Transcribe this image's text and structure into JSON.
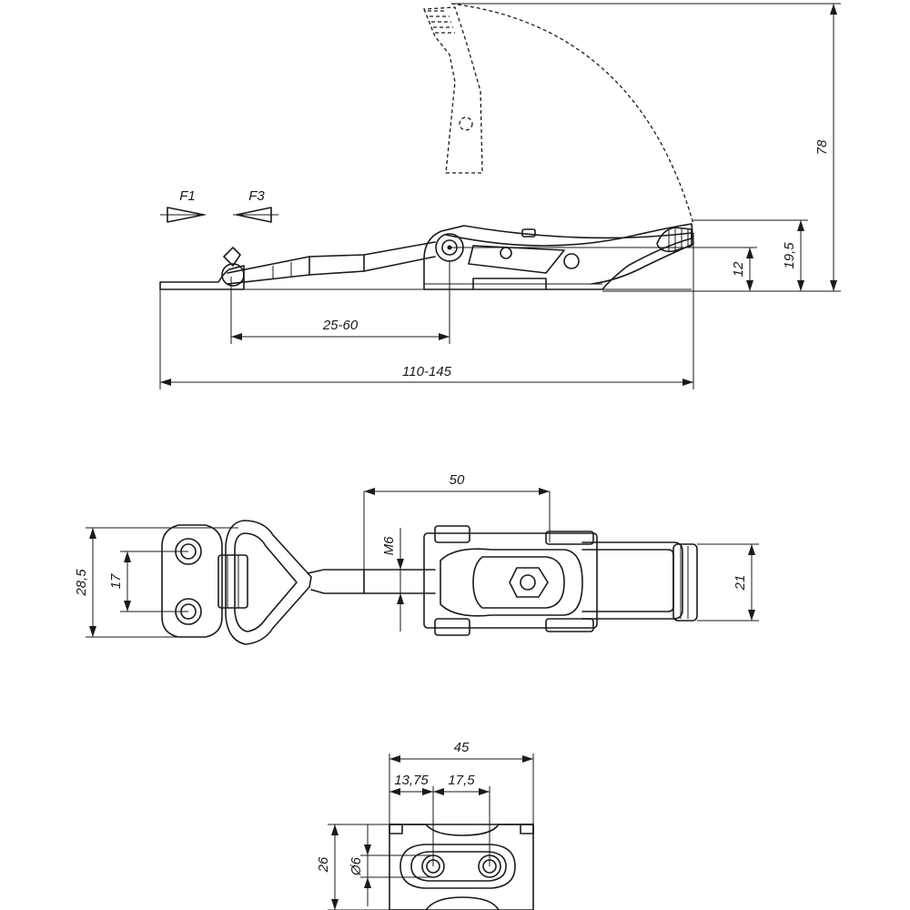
{
  "side_view": {
    "force_labels": {
      "f1": "F1",
      "f3": "F3"
    },
    "dims": {
      "adjust_range": "25-60",
      "overall_length": "110-145",
      "height_open": "78",
      "height_lever": "19,5",
      "height_pivot": "12"
    }
  },
  "top_view": {
    "dims": {
      "hook_width": "28,5",
      "hook_hole_spacing": "17",
      "thread": "M6",
      "body_length": "50",
      "body_width": "21"
    }
  },
  "base_view": {
    "dims": {
      "base_length": "45",
      "edge_to_hole": "13,75",
      "hole_spacing": "17,5",
      "base_width": "26",
      "hole_diameter": "Ø6"
    }
  }
}
